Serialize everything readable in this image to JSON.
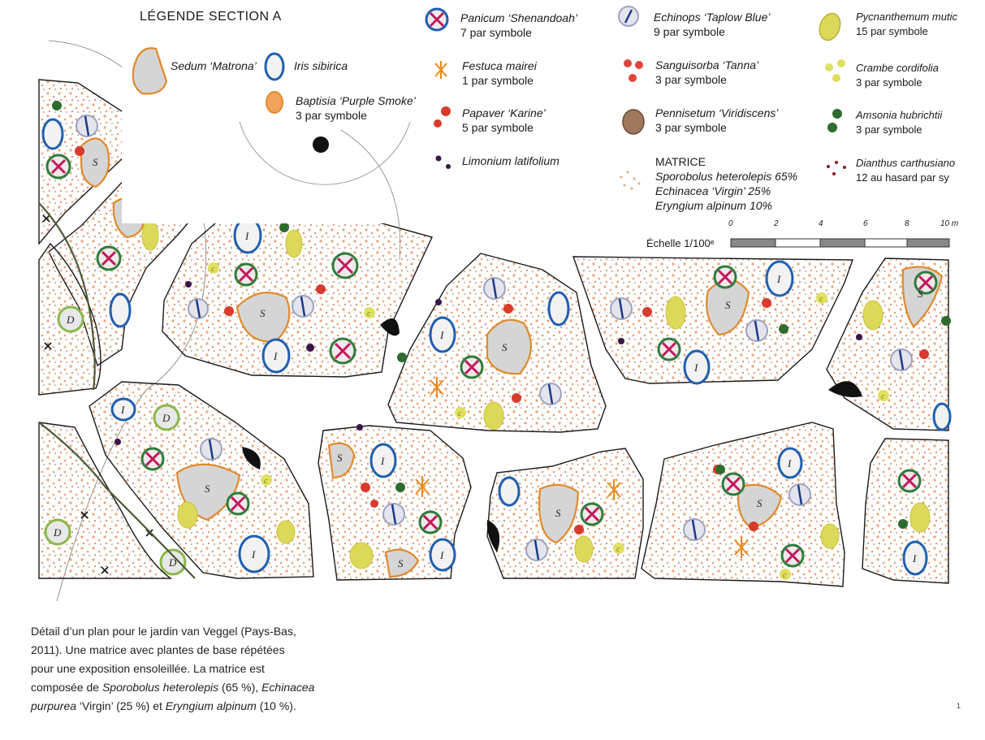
{
  "legend": {
    "title": "LÉGENDE SECTION A",
    "items": [
      {
        "id": "sedum",
        "name": "Sedum ‘Matrona’",
        "qty": "",
        "symbol": "sedum-symbol",
        "color": "#e39a4a"
      },
      {
        "id": "iris",
        "name": "Iris sibirica",
        "qty": "",
        "symbol": "iris-symbol",
        "color": "#2a5fa8"
      },
      {
        "id": "baptisia",
        "name": "Baptisia ‘Purple Smoke’",
        "qty": "3 par symbole",
        "symbol": "baptisia-symbol",
        "color": "#e08a2a"
      },
      {
        "id": "panicum",
        "name": "Panicum ‘Shenandoah’",
        "qty": "7 par symbole",
        "symbol": "panicum-symbol",
        "color": "#c2185b"
      },
      {
        "id": "festuca",
        "name": "Festuca mairei",
        "qty": "1 par symbole",
        "symbol": "festuca-symbol",
        "color": "#e8891a"
      },
      {
        "id": "papaver",
        "name": "Papaver ‘Karine’",
        "qty": "5 par symbole",
        "symbol": "papaver-symbol",
        "color": "#d32f2f"
      },
      {
        "id": "limonium",
        "name": "Limonium latifolium",
        "qty": "",
        "symbol": "limonium-symbol",
        "color": "#4a1a5a"
      },
      {
        "id": "echinops",
        "name": "Echinops ‘Taplow Blue’",
        "qty": "9 par symbole",
        "symbol": "echinops-symbol",
        "color": "#2a4a9a"
      },
      {
        "id": "sanguisorba",
        "name": "Sanguisorba ‘Tanna’",
        "qty": "3 par symbole",
        "symbol": "sanguisorba-symbol",
        "color": "#e0443a"
      },
      {
        "id": "pennisetum",
        "name": "Pennisetum ‘Viridiscens’",
        "qty": "3 par symbole",
        "symbol": "pennisetum-symbol",
        "color": "#8a6a4a"
      },
      {
        "id": "pycnanthemum",
        "name": "Pycnanthemum mutic",
        "qty": "15 par symbole",
        "symbol": "pycnanthemum-symbol",
        "color": "#d8d640"
      },
      {
        "id": "crambe",
        "name": "Crambe cordifolia",
        "qty": "3 par symbole",
        "symbol": "crambe-symbol",
        "color": "#c8c820"
      },
      {
        "id": "amsonia",
        "name": "Amsonia hubrichtii",
        "qty": "3 par symbole",
        "symbol": "amsonia-symbol",
        "color": "#2e6b2e"
      },
      {
        "id": "dianthus",
        "name": "Dianthus carthusiano",
        "qty": "12 au hasard par sy",
        "symbol": "dianthus-symbol",
        "color": "#8a1a1a"
      }
    ],
    "matrix": {
      "title": "MATRICE",
      "lines": [
        "Sporobolus heterolepis 65%",
        "Echinacea ‘Virgin’ 25%",
        "Eryngium alpinum 10%"
      ]
    }
  },
  "symbol_letters": {
    "sedum": "S",
    "iris": "I",
    "digitalis": "D",
    "crambe": "c"
  },
  "scale": {
    "label": "Échelle 1/100ᵉ",
    "ticks": [
      "0",
      "2",
      "4",
      "6",
      "8",
      "10 m"
    ]
  },
  "caption": {
    "line1": "Détail d’un plan pour le jardin van Veggel (Pays-Bas,",
    "line2": "2011). Une matrice avec plantes de base répétées",
    "line3": "pour une exposition ensoleillée. La matrice est",
    "line4_pre": "composée de ",
    "line4_it": "Sporobolus heterolepis",
    "line4_post": " (65 %), ",
    "line4_it2": "Echinacea",
    "line5_it": "purpurea",
    "line5_mid": " ‘Virgin’ (25 %) et ",
    "line5_it2": "Eryngium alpinum",
    "line5_post": " (10 %)."
  },
  "page_number": "1",
  "colors": {
    "bed_outline": "#1a1a1a",
    "matrix_dot": "#e9a77a",
    "sedum_fill": "#d9d9d9",
    "iris_ring": "#1f5fb0",
    "panicum_ring": "#2e7d3a",
    "panicum_cross": "#c2185b"
  }
}
